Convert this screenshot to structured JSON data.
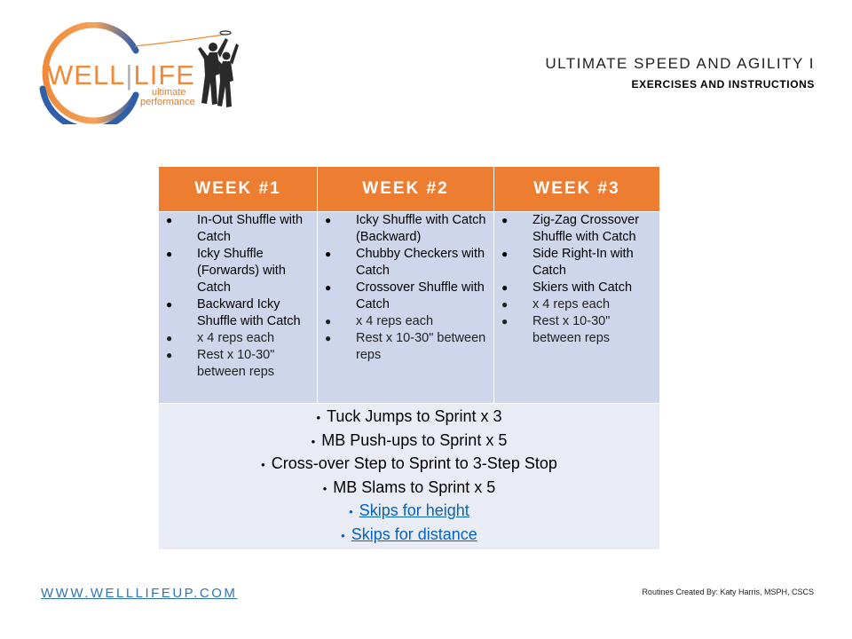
{
  "logo": {
    "word1": "WELL",
    "word2": "LIFE",
    "line1": "ultimate",
    "line2": "performance",
    "colors": {
      "ring_orange": "#f08a3a",
      "ring_blue": "#2f5fa8",
      "text_orange": "#e07b2e"
    }
  },
  "header": {
    "title": "ULTIMATE SPEED AND AGILITY I",
    "subtitle": "EXERCISES AND INSTRUCTIONS"
  },
  "table": {
    "headers": [
      "WEEK #1",
      "WEEK #2",
      "WEEK #3"
    ],
    "weeks": [
      {
        "items": [
          {
            "text": "In-Out Shuffle with Catch"
          },
          {
            "text": "Icky Shuffle (Forwards) with Catch"
          },
          {
            "text": "Backward Icky Shuffle with Catch"
          },
          {
            "text": "x 4 reps each"
          },
          {
            "text": "Rest x 10-30\" between reps"
          }
        ]
      },
      {
        "items": [
          {
            "text": "Icky Shuffle with Catch (Backward)"
          },
          {
            "text": "Chubby Checkers with Catch"
          },
          {
            "text": "Crossover Shuffle with Catch"
          },
          {
            "text": "x 4 reps each"
          },
          {
            "text": "Rest x 10-30\" between reps"
          }
        ]
      },
      {
        "items": [
          {
            "text": "Zig-Zag Crossover Shuffle with Catch"
          },
          {
            "text": "Side Right-In with Catch"
          },
          {
            "text": "Skiers with Catch"
          },
          {
            "text": "x 4 reps each"
          },
          {
            "text": "Rest x 10-30\" between reps"
          }
        ]
      }
    ],
    "drills": [
      "Tuck Jumps to Sprint x 3",
      "MB Push-ups to Sprint x 5",
      "Cross-over Step to Sprint to 3-Step Stop",
      "MB Slams to Sprint x 5"
    ],
    "links": [
      "Skips for height",
      "Skips for distance"
    ],
    "colors": {
      "header_bg": "#ed7d31",
      "week_bg": "#cfd5ea",
      "drills_bg": "#e9ebf5",
      "link": "#0563c1"
    }
  },
  "footer": {
    "website": "WWW.WELLLIFEUP.COM",
    "credit": "Routines Created By: Katy Harris, MSPH, CSCS"
  }
}
